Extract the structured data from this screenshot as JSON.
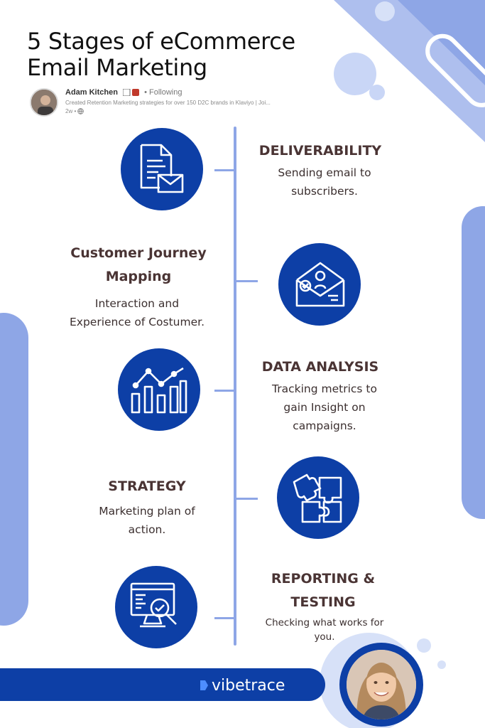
{
  "post": {
    "title_line1": "5 Stages of eCommerce",
    "title_line2": "Email Marketing",
    "author_name": "Adam Kitchen",
    "follow_status": "• Following",
    "headline": "Created Retention Marketing strategies for over 150 D2C brands in Klaviyo | Joi...",
    "time": "2w •"
  },
  "stages": [
    {
      "title": [
        "DELIVERABILITY"
      ],
      "desc": [
        "Sending email to",
        "subscribers."
      ],
      "icon": "document-envelope-icon"
    },
    {
      "title": [
        "Customer Journey",
        "Mapping"
      ],
      "desc": [
        "Interaction and",
        "Experience of Costumer."
      ],
      "icon": "open-envelope-icon"
    },
    {
      "title": [
        "DATA ANALYSIS"
      ],
      "desc": [
        "Tracking metrics to",
        "gain Insight on",
        "campaigns."
      ],
      "icon": "bar-chart-icon"
    },
    {
      "title": [
        "STRATEGY"
      ],
      "desc": [
        "Marketing  plan of",
        "action."
      ],
      "icon": "puzzle-icon"
    },
    {
      "title": [
        "REPORTING &",
        "TESTING"
      ],
      "desc": [
        "Checking what works for",
        "you."
      ],
      "icon": "monitor-magnifier-icon"
    }
  ],
  "footer": {
    "brand": "vibetrace"
  },
  "colors": {
    "primary": "#0d3fa6",
    "accent_light": "#8ea6e6",
    "title_text": "#4a3434"
  }
}
